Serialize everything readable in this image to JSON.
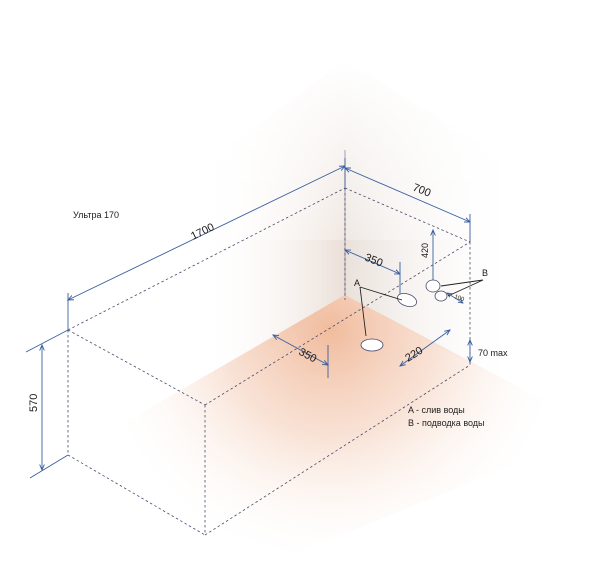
{
  "model_name": "Ультра 170",
  "dimensions": {
    "length": "1700",
    "depth": "700",
    "height": "570",
    "drain_offset_wall": "350",
    "drain_offset_front": "350",
    "drain_offset_side": "220",
    "supply_height": "420",
    "supply_spacing": "100",
    "drain_depth": "70 max"
  },
  "markers": {
    "a": "A",
    "b": "B"
  },
  "legend": {
    "a": "A - слив воды",
    "b": "B - подводка воды"
  },
  "colors": {
    "dimension_line": "#3a5f9e",
    "outline": "#4a4a6a",
    "floor_glow": "#f2c2a8"
  }
}
